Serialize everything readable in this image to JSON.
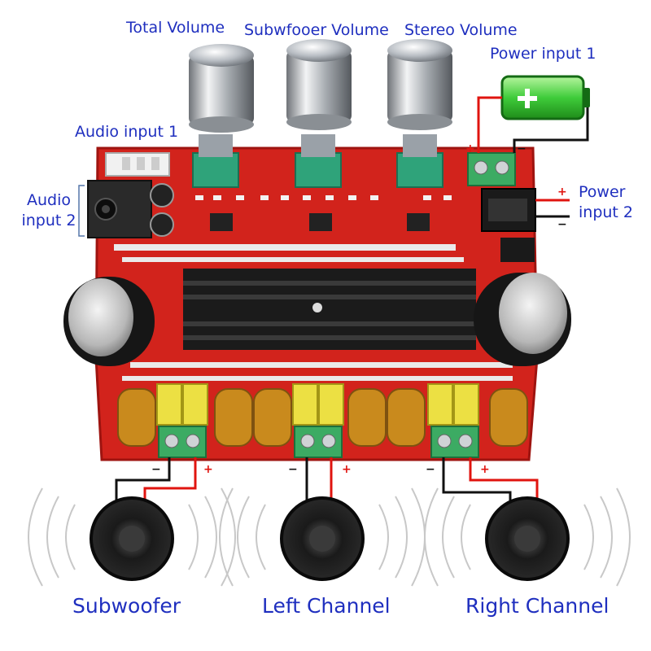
{
  "labels": {
    "total_volume": "Total Volume",
    "subwoofer_volume": "Subwfooer Volume",
    "stereo_volume": "Stereo Volume",
    "power_input_1": "Power input 1",
    "audio_input_1": "Audio input 1",
    "audio_input_2_line1": "Audio",
    "audio_input_2_line2": "input 2",
    "power_input_2_line1": "Power",
    "power_input_2_line2": "input 2",
    "subwoofer": "Subwoofer",
    "left_channel": "Left Channel",
    "right_channel": "Right Channel"
  },
  "polarity": {
    "plus": "+",
    "minus": "−"
  },
  "colors": {
    "board": "#d2231c",
    "board_dark": "#9e1410",
    "heatsink": "#1b1b1b",
    "knob": "#c8ccd0",
    "potentiometer": "#2fa37a",
    "terminal": "#3cab63",
    "capacitor_box": "#ece043",
    "coil": "#c98a1d",
    "wire_red": "#e0140f",
    "wire_black": "#111111",
    "battery": "#3fcc3a",
    "label": "#1f2fbf"
  }
}
